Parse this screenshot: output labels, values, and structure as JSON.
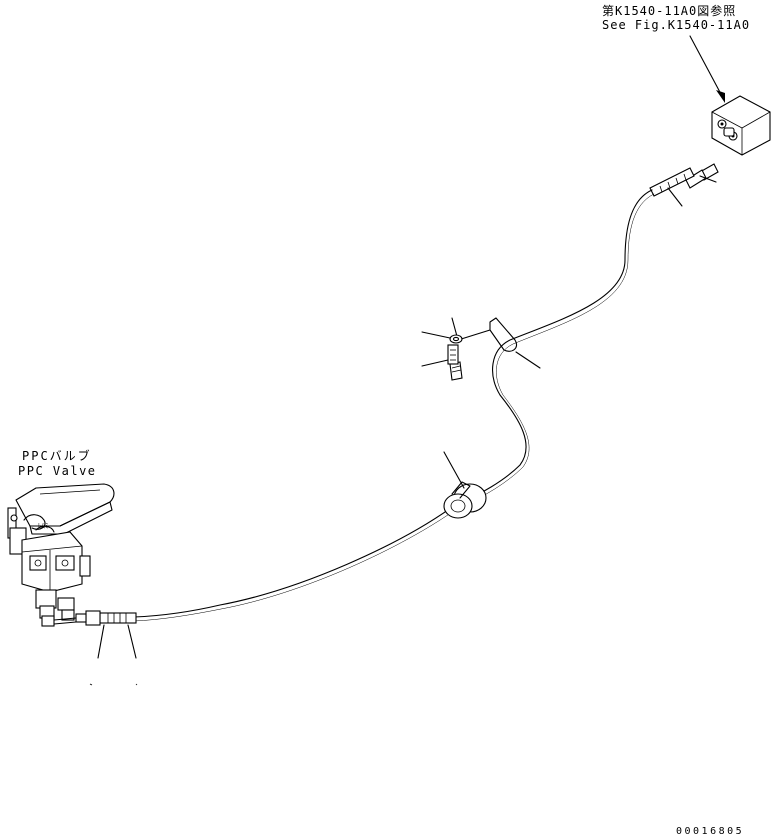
{
  "reference": {
    "japanese": "第K1540-11A0図参照",
    "english": "See Fig.K1540-11A0"
  },
  "valve_label": {
    "japanese": "PPCバルブ",
    "english": "PPC Valve"
  },
  "drawing_number": "00016805"
}
